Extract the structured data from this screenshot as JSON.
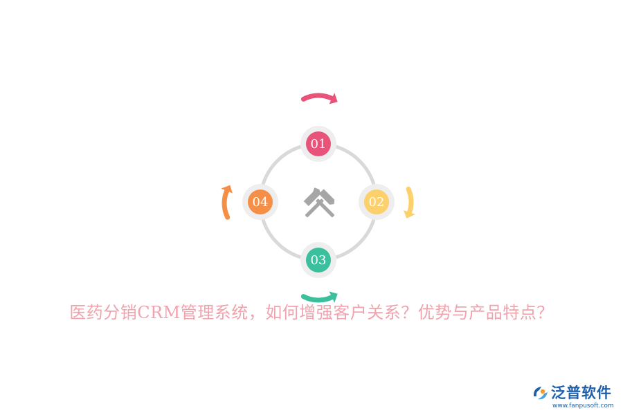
{
  "diagram": {
    "steps": [
      {
        "label": "01",
        "color": "#e8537a"
      },
      {
        "label": "02",
        "color": "#fcd06a"
      },
      {
        "label": "03",
        "color": "#3bbf9c"
      },
      {
        "label": "04",
        "color": "#f58f48"
      }
    ],
    "ring_color": "#d9d9d9",
    "badge_rim_color": "#eeeeee",
    "center_icon": "crossed-hammers-icon",
    "center_icon_color": "#a6a6a6"
  },
  "title": {
    "text": "医药分销CRM管理系统，如何增强客户关系？优势与产品特点？",
    "color": "#f1a3ad"
  },
  "logo": {
    "name": "泛普软件",
    "url": "www.fanpusoft.com",
    "name_color": "#1f5fa9",
    "mark_colors": [
      "#1f5fa9",
      "#4aa3df",
      "#f39a2b"
    ]
  }
}
